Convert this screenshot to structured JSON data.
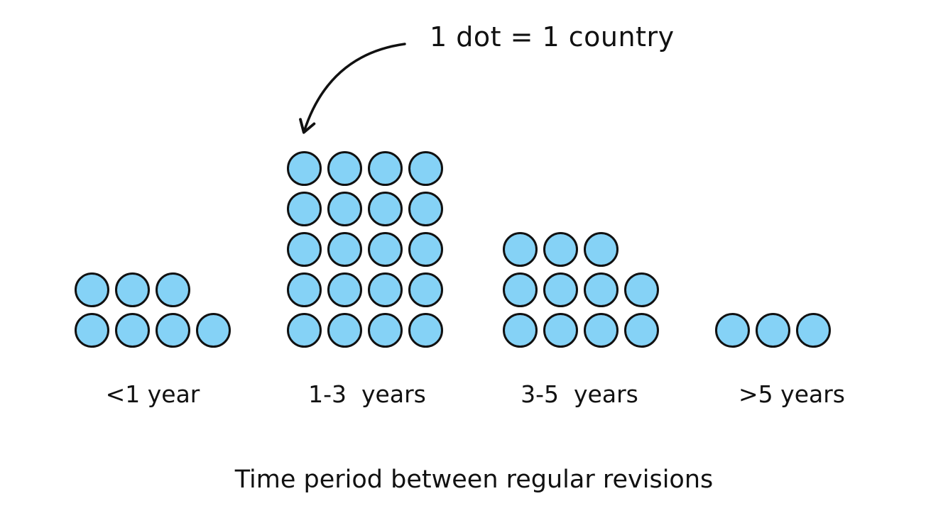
{
  "chart_data": {
    "type": "dot_plot",
    "title": "Time period between regular revisions",
    "annotation": "1 dot = 1 country",
    "categories": [
      "<1 year",
      "1-3 years",
      "3-5 years",
      ">5 years"
    ],
    "values": [
      7,
      20,
      11,
      3
    ],
    "display_labels": [
      "<1 year",
      "1-3  years",
      "3-5  years",
      ">5 years"
    ],
    "dot_rows_top_to_bottom": [
      [
        3,
        4
      ],
      [
        4,
        4,
        4,
        4,
        4
      ],
      [
        3,
        4,
        4
      ],
      [
        3
      ]
    ],
    "dot_color": "#85D2F6",
    "dot_border_color": "#111111",
    "text_color": "#111111",
    "background_color": "#FFFFFF",
    "legend_position": "top-center",
    "axes": "none",
    "grid": false
  }
}
